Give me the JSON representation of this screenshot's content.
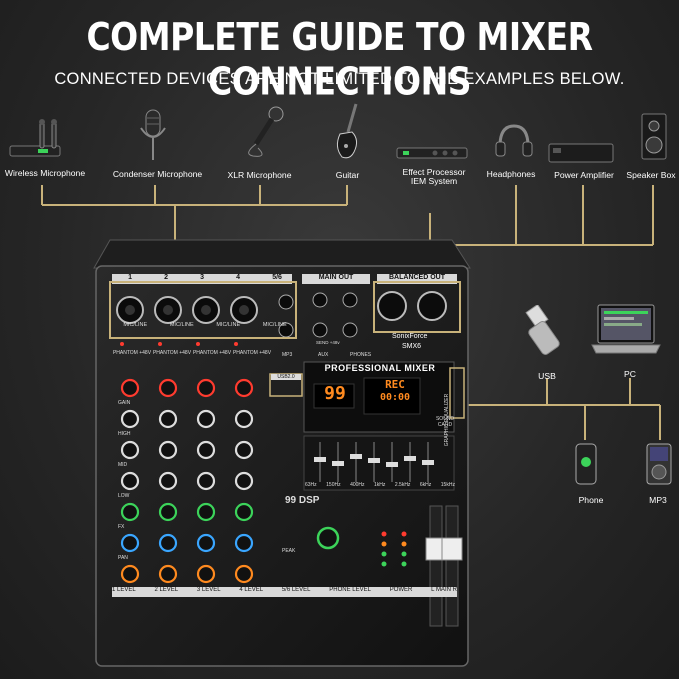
{
  "header": {
    "title": "COMPLETE GUIDE TO MIXER CONNECTIONS",
    "subtitle": "CONNECTED DEVICES ARE NOT LIMITED TO THE EXAMPLES BELOW."
  },
  "devices_top": [
    {
      "id": "wireless-microphone",
      "label": "Wireless Microphone",
      "icon": "wireless-mic-icon"
    },
    {
      "id": "condenser-microphone",
      "label": "Condenser Microphone",
      "icon": "condenser-mic-icon"
    },
    {
      "id": "xlr-microphone",
      "label": "XLR Microphone",
      "icon": "xlr-mic-icon"
    },
    {
      "id": "guitar",
      "label": "Guitar",
      "icon": "guitar-icon"
    },
    {
      "id": "effect-processor",
      "label": "Effect Processor",
      "label2": "IEM System",
      "icon": "effect-processor-icon"
    },
    {
      "id": "headphones",
      "label": "Headphones",
      "icon": "headphones-icon"
    },
    {
      "id": "power-amplifier",
      "label": "Power Amplifier",
      "icon": "power-amplifier-icon"
    },
    {
      "id": "speaker-box",
      "label": "Speaker Box",
      "icon": "speaker-box-icon"
    }
  ],
  "devices_right": [
    {
      "id": "usb",
      "label": "USB",
      "icon": "usb-drive-icon"
    },
    {
      "id": "pc",
      "label": "PC",
      "icon": "laptop-icon"
    },
    {
      "id": "phone",
      "label": "Phone",
      "icon": "phone-icon"
    },
    {
      "id": "mp3",
      "label": "MP3",
      "icon": "mp3-player-icon"
    }
  ],
  "mixer": {
    "brand": "SonixForce",
    "model": "SMX6",
    "panel_title": "PROFESSIONAL MIXER",
    "display_number": "99",
    "display_rec": "REC",
    "display_time": "00:00",
    "sections": {
      "channels": [
        "1",
        "2",
        "3",
        "4",
        "5/6"
      ],
      "main_out": "MAIN OUT",
      "balanced_out": "BALANCED OUT"
    },
    "input_label": "MIC/LINE",
    "phantom_label": "PHANTOM +48V",
    "knob_rows": [
      "GAIN",
      "HIGH",
      "MID",
      "LOW",
      "FX",
      "PAN"
    ],
    "peak_label": "PEAK",
    "level_labels": [
      "1 LEVEL",
      "2 LEVEL",
      "3 LEVEL",
      "4 LEVEL",
      "5/6 LEVEL",
      "PHONE LEVEL",
      "POWER",
      "L MAIN R"
    ],
    "dsp_label": "99 DSP",
    "eq_label": "GRAPHIC EQUALIZER",
    "eq_freqs": [
      "63Hz",
      "150Hz",
      "400Hz",
      "1kHz",
      "2.5kHz",
      "6kHz",
      "15kHz"
    ],
    "sound_card": "SOUND CARD",
    "usb_label": "USB2.0",
    "mp3_label": "MP3",
    "send_label": "SEND +48v",
    "aux_label": "AUX",
    "phones_label": "PHONES"
  },
  "colors": {
    "wire": "#c8b27a",
    "accent_green": "#3cd35a",
    "accent_red": "#ff3b2f",
    "accent_orange": "#ff8a1f",
    "accent_blue": "#3aa6ff"
  }
}
